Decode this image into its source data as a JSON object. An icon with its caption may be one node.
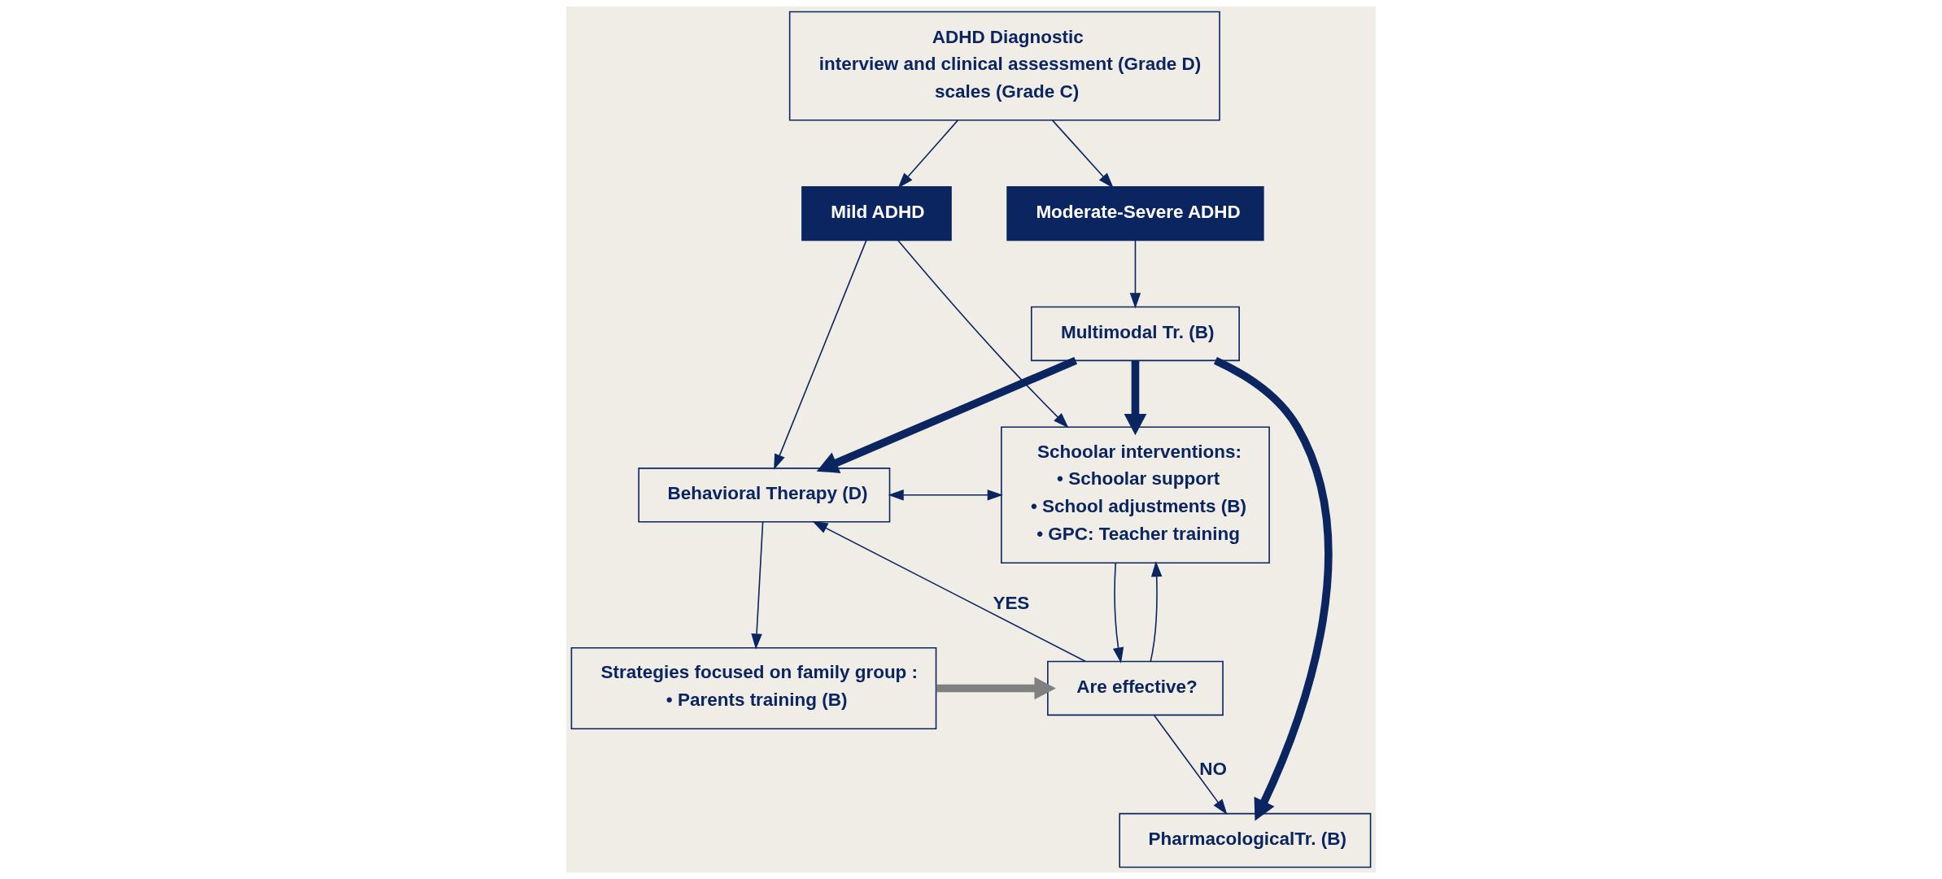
{
  "diagram": {
    "nodes": [
      {
        "text": [
          "ADHD Diagnostic",
          "interview and clinical assessment (Grade D)",
          "scales (Grade C)"
        ]
      },
      {
        "text": [
          "Mild ADHD"
        ]
      },
      {
        "text": [
          "Moderate-Severe ADHD"
        ]
      },
      {
        "text": [
          "Multimodal Tr. (B)"
        ]
      },
      {
        "text": [
          "Behavioral Therapy (D)"
        ]
      },
      {
        "text": [
          "Schoolar interventions:",
          "• Schoolar support",
          "• School adjustments (B)",
          "• GPC: Teacher training"
        ]
      },
      {
        "text": [
          "PharmacologicalTr. (B)"
        ]
      },
      {
        "text": [
          "Strategies focused on family group :",
          "• Parents training (B)"
        ]
      },
      {
        "text": [
          "Are effective?"
        ]
      }
    ],
    "edges": [
      {
        "from": 0,
        "to": 1,
        "arrow": "to"
      },
      {
        "from": 0,
        "to": 2,
        "arrow": "to"
      },
      {
        "from": 2,
        "to": 3,
        "arrow": "to"
      },
      {
        "from": 1,
        "to": 4,
        "arrow": "to"
      },
      {
        "from": 1,
        "to": 5,
        "arrow": "to"
      },
      {
        "from": 3,
        "to": 4,
        "arrow": "to",
        "style": "thick"
      },
      {
        "from": 3,
        "to": 5,
        "arrow": "to",
        "style": "thick"
      },
      {
        "from": 3,
        "to": 6,
        "arrow": "to",
        "style": "thick"
      },
      {
        "from": 4,
        "to": 5,
        "arrow": "both"
      },
      {
        "from": 4,
        "to": 7,
        "arrow": "to"
      },
      {
        "from": 5,
        "to": 8,
        "arrow": "to"
      },
      {
        "from": 7,
        "to": 8,
        "arrow": "to",
        "style": "thick",
        "color": "#808080"
      },
      {
        "from": 8,
        "to": 6,
        "arrow": "to",
        "label": "NO"
      },
      {
        "from": 8,
        "to": 4,
        "arrow": "to",
        "label": "YES"
      },
      {
        "from": 8,
        "to": 5,
        "arrow": "to"
      }
    ]
  }
}
